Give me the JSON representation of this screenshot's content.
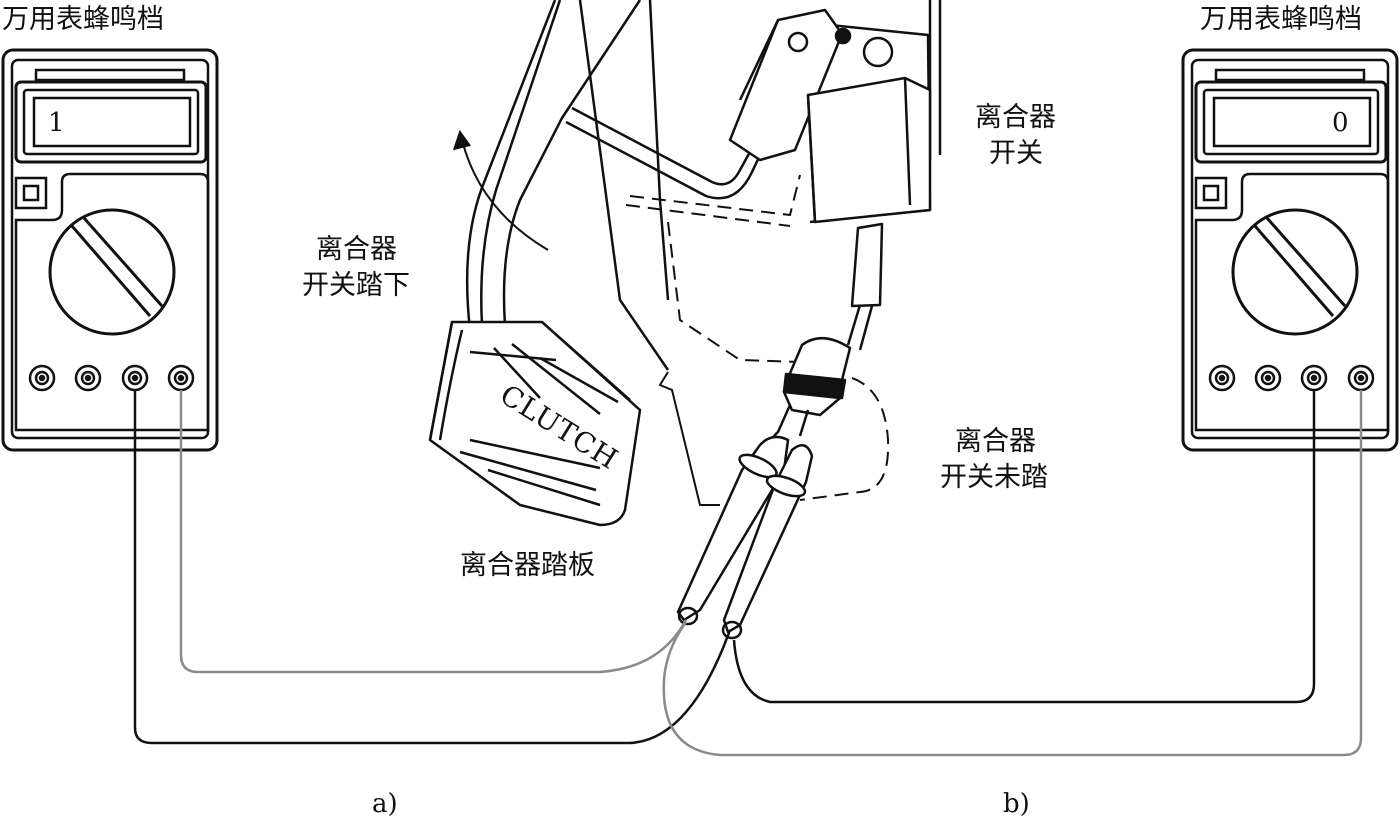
{
  "labels": {
    "meter_left_title": "万用表蜂鸣档",
    "meter_right_title": "万用表蜂鸣档",
    "switch_label_l1": "离合器",
    "switch_label_l2": "开关",
    "pressed_label_l1": "离合器",
    "pressed_label_l2": "开关踏下",
    "released_label_l1": "离合器",
    "released_label_l2": "开关未踏",
    "pedal_label": "离合器踏板",
    "pedal_text": "CLUTCH",
    "sub_a": "a)",
    "sub_b": "b)"
  },
  "meters": {
    "left_reading": "1",
    "right_reading": "0"
  },
  "colors": {
    "ink": "#111111",
    "grey_lead": "#8a8a8a",
    "black_lead": "#111111"
  }
}
